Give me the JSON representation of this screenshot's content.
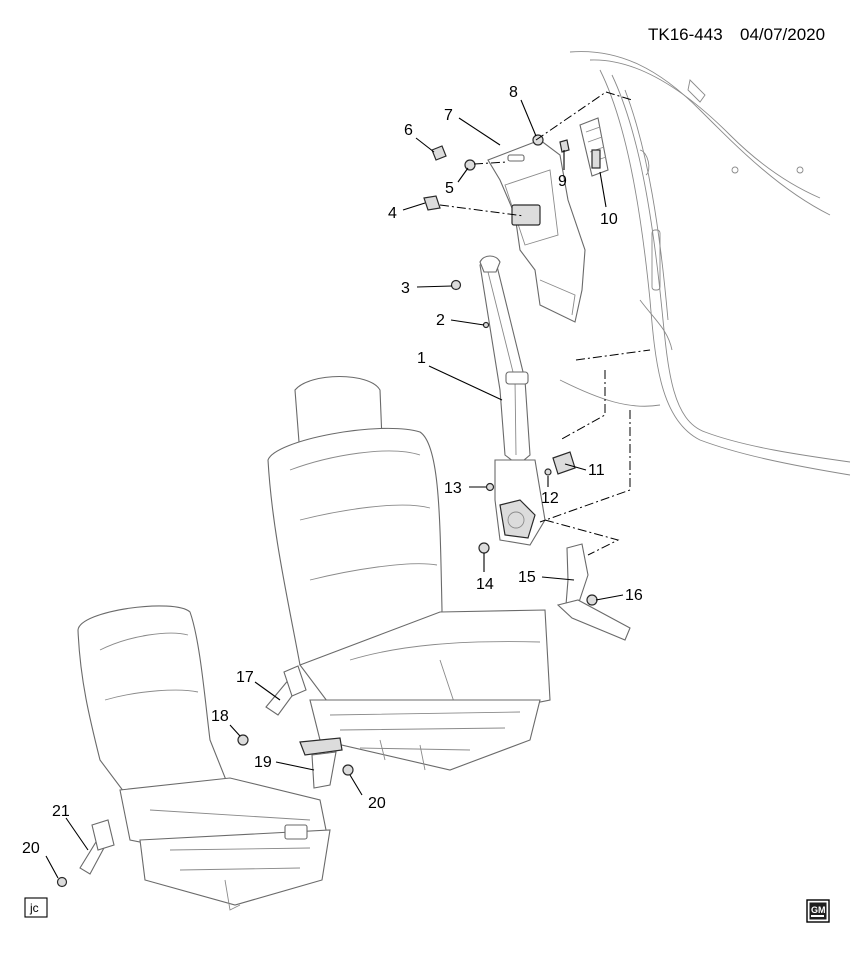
{
  "header": {
    "code": "TK16-443",
    "date": "04/07/2020"
  },
  "footer": {
    "initials": "jc",
    "logo": "GM"
  },
  "callouts": [
    {
      "label": "1"
    },
    {
      "label": "2"
    },
    {
      "label": "3"
    },
    {
      "label": "4"
    },
    {
      "label": "5"
    },
    {
      "label": "6"
    },
    {
      "label": "7"
    },
    {
      "label": "8"
    },
    {
      "label": "9"
    },
    {
      "label": "10"
    },
    {
      "label": "11"
    },
    {
      "label": "12"
    },
    {
      "label": "13"
    },
    {
      "label": "14"
    },
    {
      "label": "15"
    },
    {
      "label": "16"
    },
    {
      "label": "17"
    },
    {
      "label": "18"
    },
    {
      "label": "19"
    },
    {
      "label": "20"
    },
    {
      "label": "20"
    },
    {
      "label": "21"
    }
  ]
}
